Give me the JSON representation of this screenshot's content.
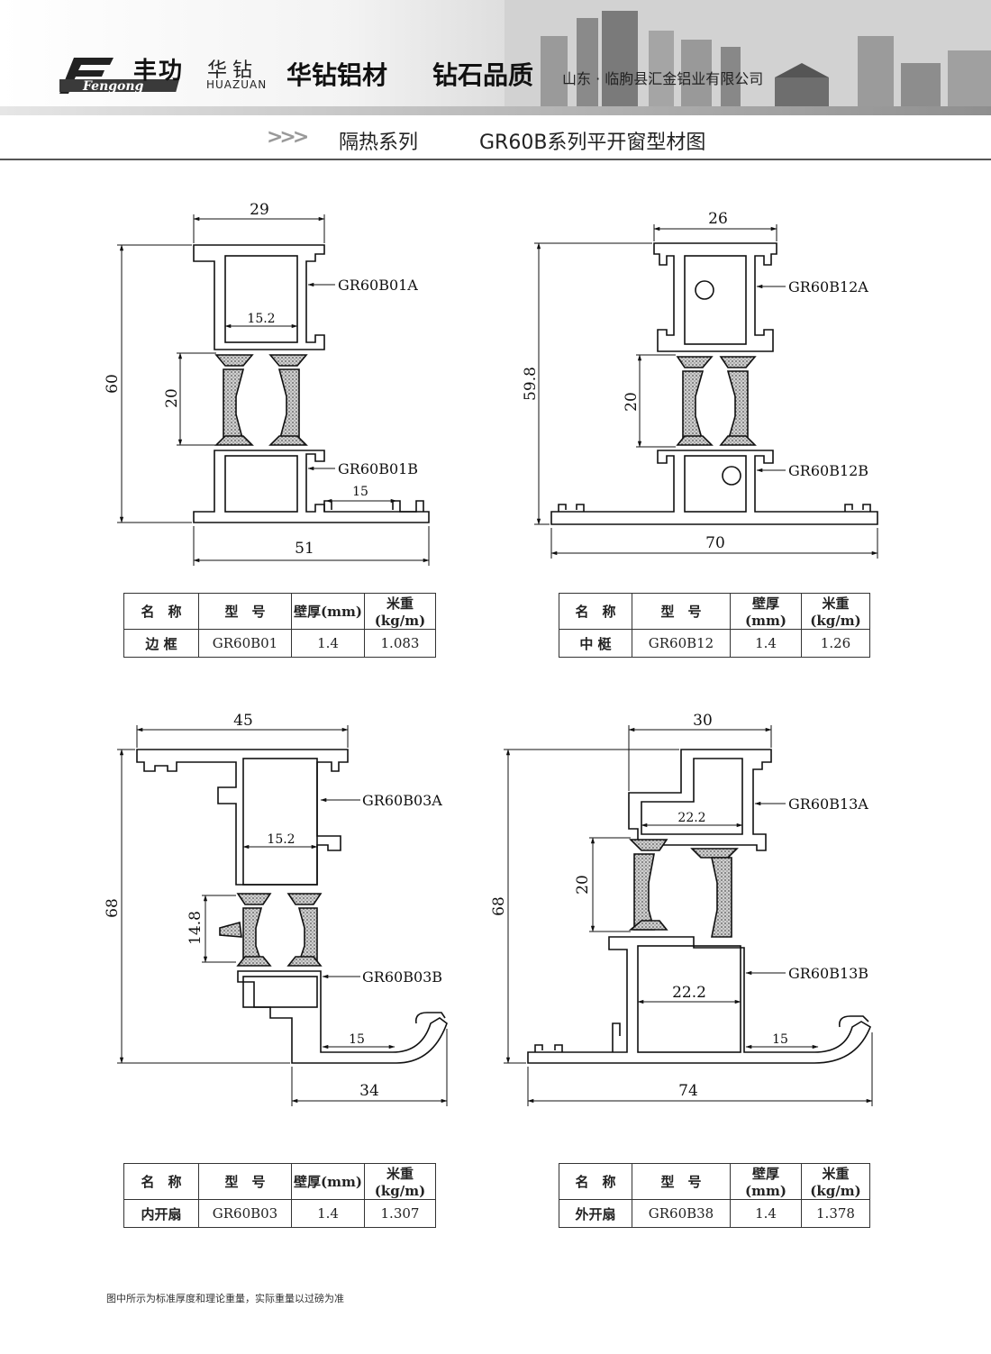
{
  "header": {
    "brand_cn": "丰功",
    "brand_latin": "Fengong",
    "brand_huazuan": "华钻",
    "brand_huazuan_en": "HUAZUAN",
    "slogan_1": "华钻铝材",
    "slogan_2": "钻石品质",
    "company": "山东 · 临朐县汇金铝业有限公司"
  },
  "title": {
    "series": "隔热系列",
    "drawing": "GR60B系列平开窗型材图"
  },
  "table_headers": [
    "名　称",
    "型　号",
    "壁厚(mm)",
    "米重(kg/m)"
  ],
  "profiles": [
    {
      "name": "边 框",
      "model": "GR60B01",
      "thickness": "1.4",
      "weight": "1.083",
      "codes": [
        "GR60B01A",
        "GR60B01B"
      ],
      "dims": {
        "top": "29",
        "height": "60",
        "gap": "20",
        "inner": "15.2",
        "slot": "15",
        "bottom": "51"
      }
    },
    {
      "name": "中 梃",
      "model": "GR60B12",
      "thickness": "1.4",
      "weight": "1.26",
      "codes": [
        "GR60B12A",
        "GR60B12B"
      ],
      "dims": {
        "top": "26",
        "height": "59.8",
        "gap": "20",
        "bottom": "70"
      }
    },
    {
      "name": "内开扇",
      "model": "GR60B03",
      "thickness": "1.4",
      "weight": "1.307",
      "codes": [
        "GR60B03A",
        "GR60B03B"
      ],
      "dims": {
        "top": "45",
        "height": "68",
        "gap": "14.8",
        "inner": "15.2",
        "slot": "15",
        "bottom": "34"
      }
    },
    {
      "name": "外开扇",
      "model": "GR60B38",
      "thickness": "1.4",
      "weight": "1.378",
      "codes": [
        "GR60B13A",
        "GR60B13B"
      ],
      "dims": {
        "top": "30",
        "height": "68",
        "gap": "20",
        "inner_top": "22.2",
        "inner_bottom": "22.2",
        "slot": "15",
        "bottom": "74"
      }
    }
  ],
  "footnote": "图中所示为标准厚度和理论重量，实际重量以过磅为准"
}
